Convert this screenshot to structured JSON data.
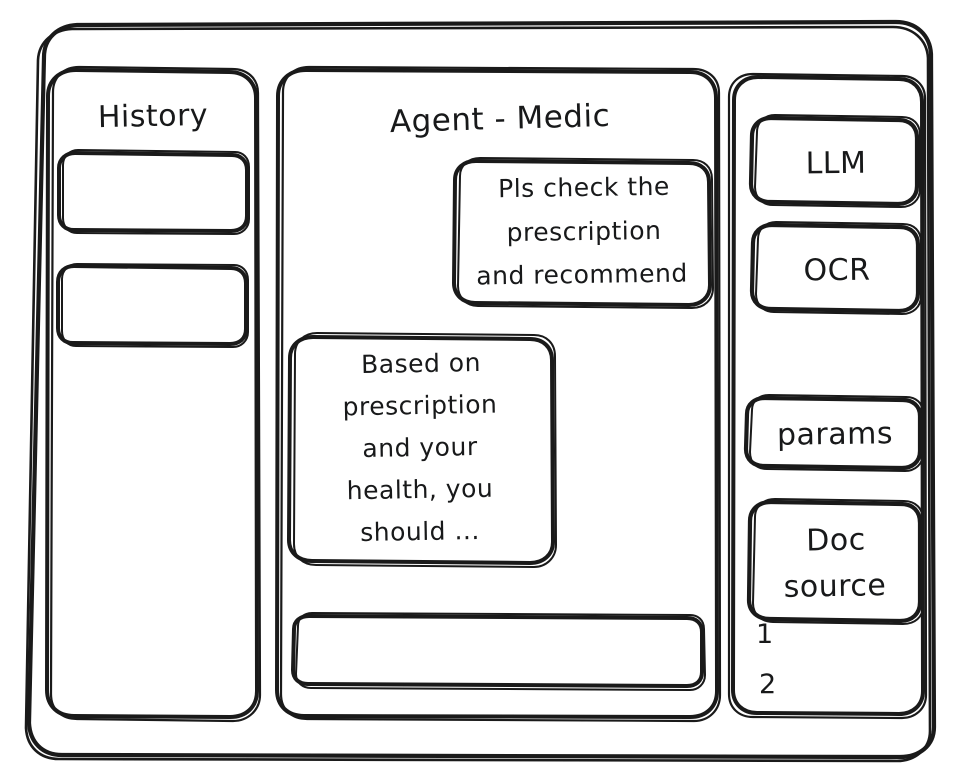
{
  "app": {
    "style": "hand-drawn-wireframe",
    "stroke_color": "#1a1a1a",
    "background_color": "#ffffff"
  },
  "sidebar_left": {
    "title": "History",
    "items": [
      {
        "label": ""
      },
      {
        "label": ""
      }
    ]
  },
  "main": {
    "title": "Agent - Medic",
    "messages": [
      {
        "role": "user",
        "align": "right",
        "lines": [
          "Pls check the",
          "prescription",
          "and recommend"
        ],
        "text": "Pls check the prescription and recommend"
      },
      {
        "role": "agent",
        "align": "left",
        "lines": [
          "Based on",
          "prescription",
          "and your",
          "health, you",
          "should ..."
        ],
        "text": "Based on prescription and your health, you should ..."
      }
    ],
    "composer": {
      "value": "",
      "placeholder": ""
    }
  },
  "sidebar_right": {
    "tools": [
      {
        "label": "LLM"
      },
      {
        "label": "OCR"
      }
    ],
    "params": {
      "label": "params"
    },
    "doc_source": {
      "label": "Doc source",
      "lines": [
        "Doc",
        "source"
      ],
      "items": [
        "1",
        "2"
      ]
    }
  }
}
